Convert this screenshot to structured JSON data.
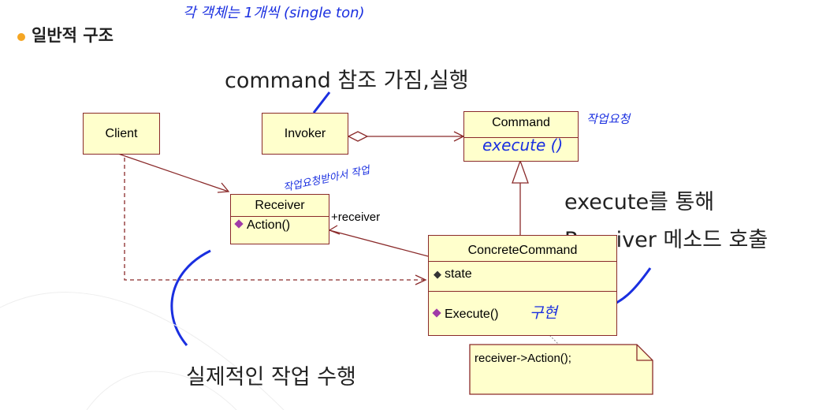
{
  "heading": "일반적 구조",
  "captions": {
    "invoker_note": "command 참조 가짐,실행",
    "execute_note_line1": "execute를 통해",
    "execute_note_line2": "Receiver 메소드 호출",
    "receiver_note": "실제적인 작업 수행"
  },
  "handwriting": {
    "top": "각 객체는 1개씩 (single ton)",
    "command": "작업요청",
    "execute_method": "execute ()",
    "receiver": "작업요청받아서 작업",
    "impl": "구현"
  },
  "classes": {
    "client": "Client",
    "invoker": "Invoker",
    "command": "Command",
    "receiver": "Receiver",
    "receiver_method": "Action()",
    "concrete": "ConcreteCommand",
    "concrete_attr": "state",
    "concrete_method": "Execute()"
  },
  "association_label": "+receiver",
  "note_text": "receiver->Action();",
  "colors": {
    "uml_fill": "#ffffcc",
    "uml_border": "#8a2a2a",
    "handwriting": "#1a2fe0",
    "bullet": "#f5a623"
  }
}
